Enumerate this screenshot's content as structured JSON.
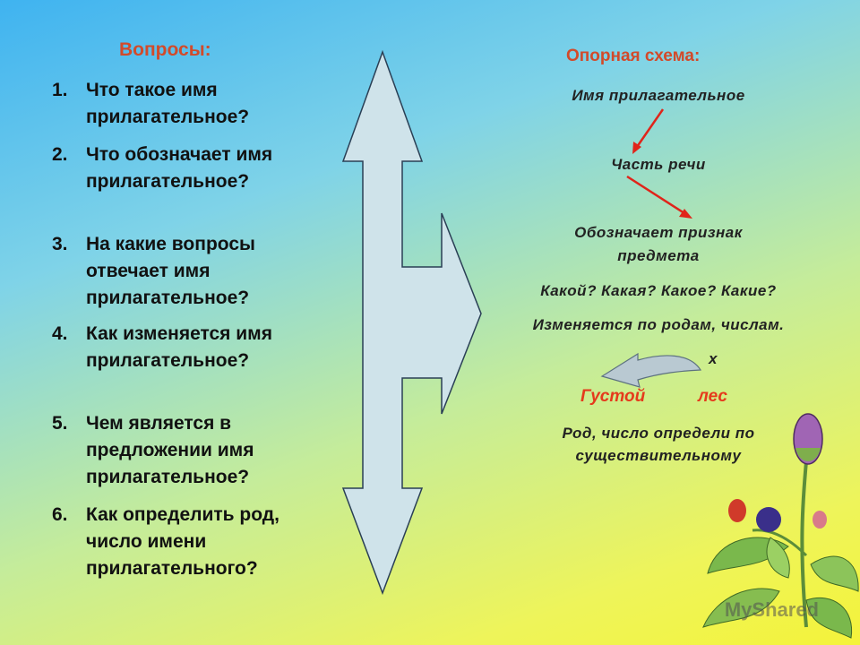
{
  "questions": {
    "title": "Вопросы:",
    "items": [
      {
        "num": "1.",
        "text": "Что такое имя прилагательное?"
      },
      {
        "num": "2.",
        "text": "Что обозначает имя прилагательное?"
      },
      {
        "num": "3.",
        "text": "На какие вопросы отвечает имя прилагательное?"
      },
      {
        "num": "4.",
        "text": "Как изменяется имя прилагательное?"
      },
      {
        "num": "5.",
        "text": "Чем является в предложении имя прилагательное?"
      },
      {
        "num": "6.",
        "text": "Как определить род, число имени прилагательного?"
      }
    ]
  },
  "scheme": {
    "title": "Опорная схема:",
    "line1": "Имя прилагательное",
    "line2": "Часть речи",
    "line3a": "Обозначает признак",
    "line3b": "предмета",
    "line4": "Какой? Какая? Какое? Какие?",
    "line5": "Изменяется по родам, числам.",
    "mark": "x",
    "example_adj": "Густой",
    "example_noun": "лес",
    "line6a": "Род, число определи по",
    "line6b": "существительному"
  },
  "colors": {
    "title": "#d24a2a",
    "red_arrow": "#e0241a",
    "big_arrow_fill": "#cfe3ea",
    "example": "#e53a1c"
  },
  "watermark": "MyShared"
}
